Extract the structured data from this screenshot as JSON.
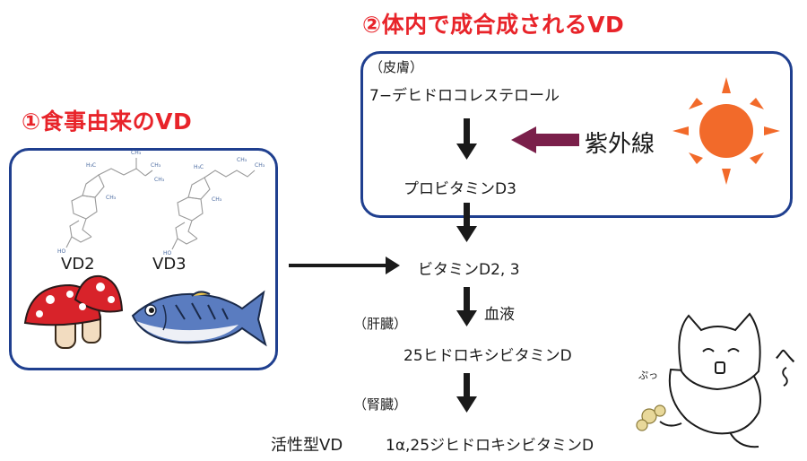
{
  "dietary": {
    "heading": "①食事由来のVD",
    "vd2_label": "VD2",
    "vd3_label": "VD3",
    "molecule_labels": {
      "vd2": [
        "H₃C",
        "CH₃",
        "CH₃",
        "CH₃",
        "CH₃",
        "HO"
      ],
      "vd3": [
        "H₃C",
        "CH₃",
        "CH₃",
        "CH₃",
        "HO"
      ]
    }
  },
  "synthesis": {
    "heading": "②体内で成合成されるVD",
    "skin_label": "（皮膚）",
    "precursor": "7−デヒドロコレステロール",
    "uv_label": "紫外線",
    "provitamin": "プロビタミンD3"
  },
  "pathway": {
    "vitamin_d": "ビタミンD2, 3",
    "blood_label": "血液",
    "liver_label": "（肝臓）",
    "hydroxy25": "25ヒドロキシビタミンD",
    "kidney_label": "（腎臓）",
    "active_label": "活性型VD",
    "active_form": "1α,25ジヒドロキシビタミンD"
  },
  "cat": {
    "sound_text": "ぷっ",
    "sigh_text": "へ〜"
  },
  "colors": {
    "heading_red": "#e8242a",
    "box_blue": "#1f3f8f",
    "uv_arrow_purple": "#7a1f4a",
    "sun_orange": "#f26a2a",
    "arrow_black": "#1a1a1a"
  },
  "icons": [
    "sun-icon",
    "mushroom-icon",
    "fish-icon",
    "cat-illustration"
  ]
}
